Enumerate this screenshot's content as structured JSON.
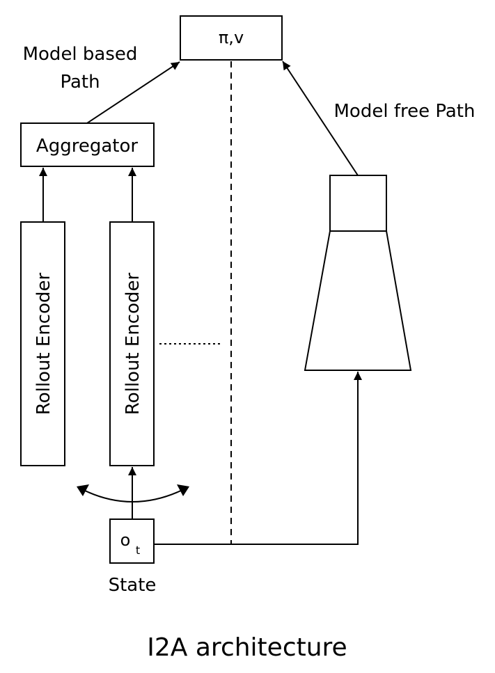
{
  "diagram": {
    "policy_value_node": "π,v",
    "model_based_path_line1": "Model based",
    "model_based_path_line2": "Path",
    "model_free_path": "Model free Path",
    "aggregator": "Aggregator",
    "rollout_encoder_1": "Rollout Encoder",
    "rollout_encoder_2": "Rollout Encoder",
    "observation_symbol": "o",
    "observation_subscript": "t",
    "state_label": "State",
    "caption": "I2A architecture"
  }
}
